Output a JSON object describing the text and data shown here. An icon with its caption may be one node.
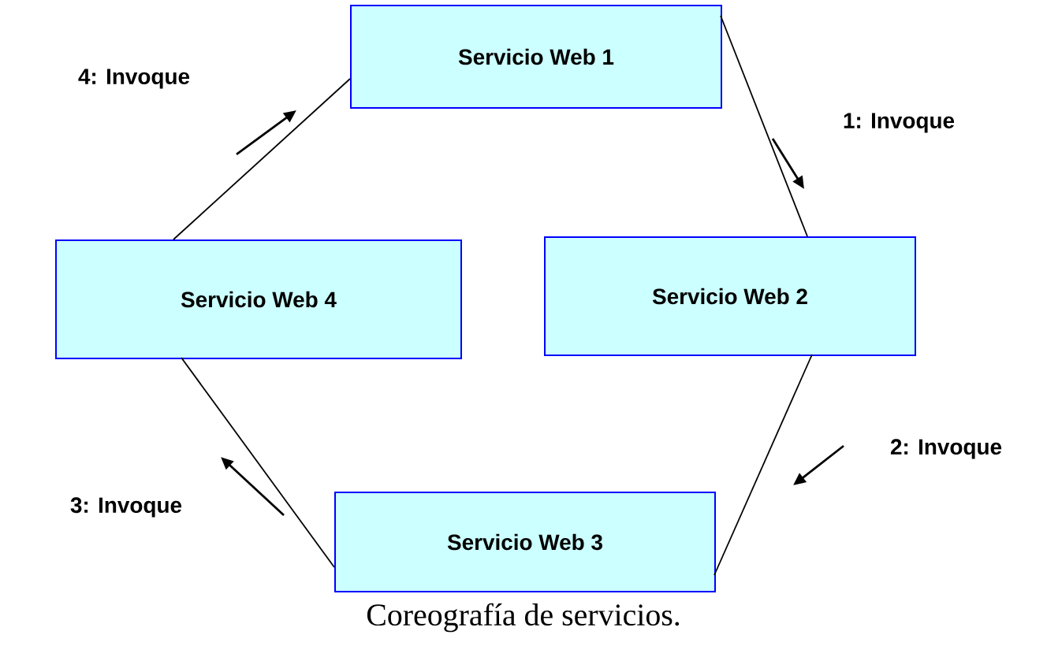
{
  "diagram": {
    "caption": "Coreografía de servicios.",
    "nodes": [
      {
        "text": [
          "Servicio Web 1"
        ]
      },
      {
        "text": [
          "Servicio Web 2"
        ]
      },
      {
        "text": [
          "Servicio Web 3"
        ]
      },
      {
        "text": [
          "Servicio Web 4"
        ]
      }
    ],
    "edges": [
      {
        "from": 0,
        "to": 1,
        "arrow": "none",
        "label": "1: Invoque"
      },
      {
        "from": 1,
        "to": 2,
        "arrow": "none",
        "label": "2: Invoque"
      },
      {
        "from": 2,
        "to": 3,
        "arrow": "none",
        "label": "3: Invoque"
      },
      {
        "from": 3,
        "to": 0,
        "arrow": "none",
        "label": "4: Invoque"
      }
    ]
  }
}
